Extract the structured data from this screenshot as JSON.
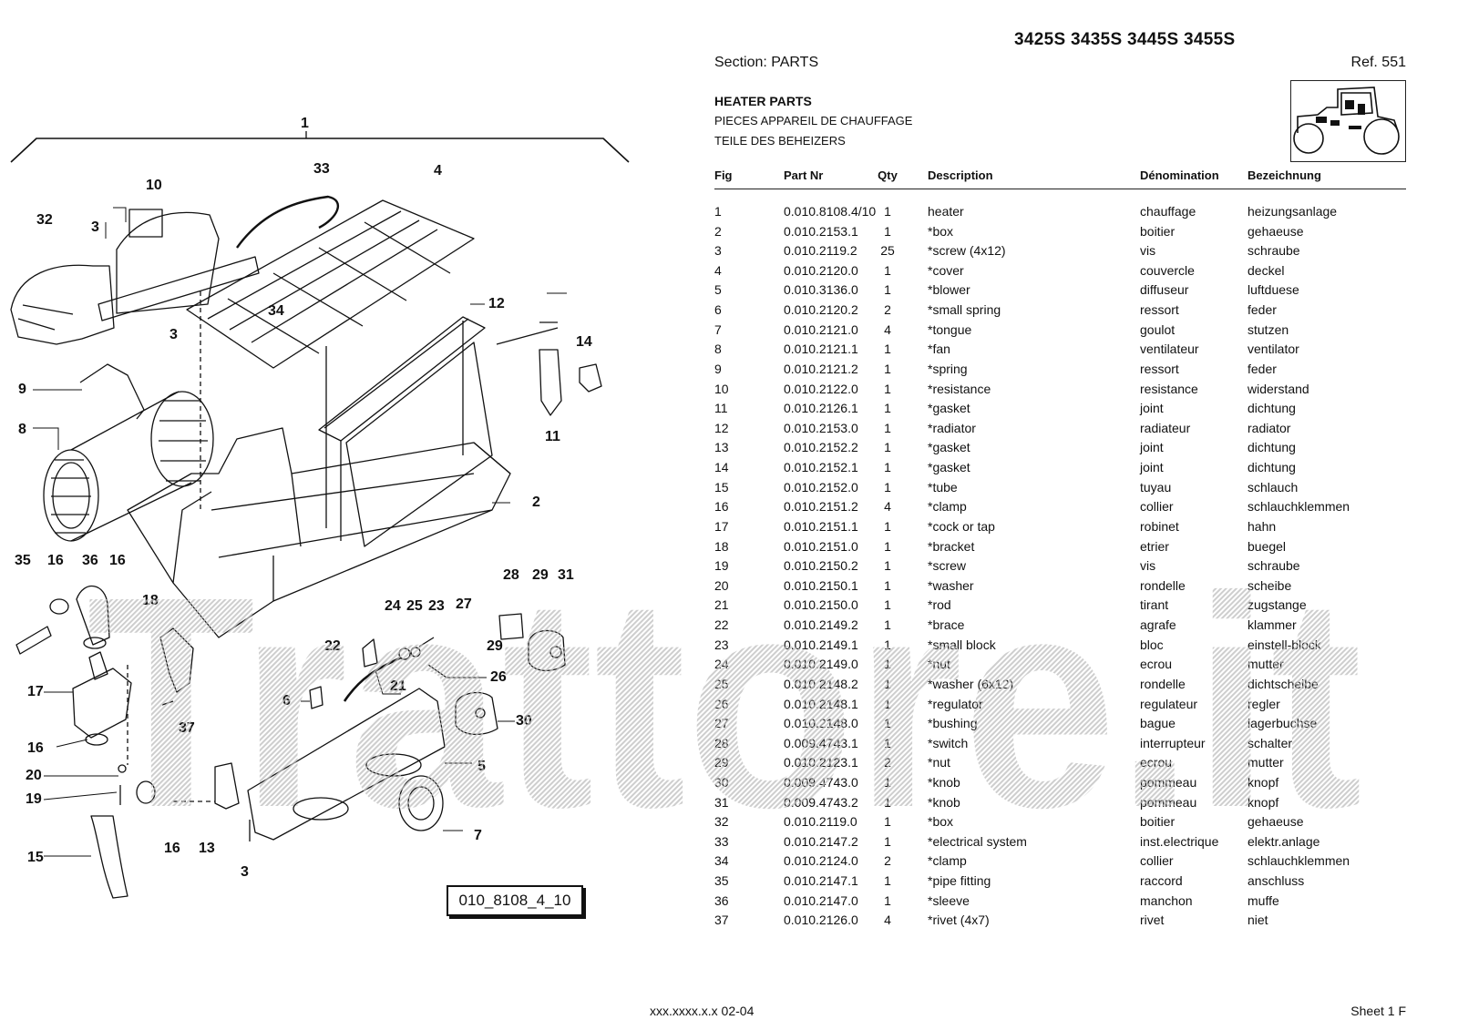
{
  "models": "3425S 3435S 3445S 3455S",
  "section": "Section: PARTS",
  "ref": "Ref. 551",
  "titles": {
    "en": "HEATER PARTS",
    "fr": "PIECES APPAREIL DE CHAUFFAGE",
    "de": "TEILE DES BEHEIZERS"
  },
  "table": {
    "headers": [
      "Fig",
      "Part Nr",
      "Qty",
      "Description",
      "Dénomination",
      "Bezeichnung"
    ],
    "rows": [
      [
        "1",
        "0.010.8108.4/10",
        "1",
        "heater",
        "chauffage",
        "heizungsanlage"
      ],
      [
        "2",
        "0.010.2153.1",
        "1",
        "*box",
        "boitier",
        "gehaeuse"
      ],
      [
        "3",
        "0.010.2119.2",
        "25",
        "*screw (4x12)",
        "vis",
        "schraube"
      ],
      [
        "4",
        "0.010.2120.0",
        "1",
        "*cover",
        "couvercle",
        "deckel"
      ],
      [
        "5",
        "0.010.3136.0",
        "1",
        "*blower",
        "diffuseur",
        "luftduese"
      ],
      [
        "6",
        "0.010.2120.2",
        "2",
        "*small spring",
        "ressort",
        "feder"
      ],
      [
        "7",
        "0.010.2121.0",
        "4",
        "*tongue",
        "goulot",
        "stutzen"
      ],
      [
        "8",
        "0.010.2121.1",
        "1",
        "*fan",
        "ventilateur",
        "ventilator"
      ],
      [
        "9",
        "0.010.2121.2",
        "1",
        "*spring",
        "ressort",
        "feder"
      ],
      [
        "10",
        "0.010.2122.0",
        "1",
        "*resistance",
        "resistance",
        "widerstand"
      ],
      [
        "11",
        "0.010.2126.1",
        "1",
        "*gasket",
        "joint",
        "dichtung"
      ],
      [
        "12",
        "0.010.2153.0",
        "1",
        "*radiator",
        "radiateur",
        "radiator"
      ],
      [
        "13",
        "0.010.2152.2",
        "1",
        "*gasket",
        "joint",
        "dichtung"
      ],
      [
        "14",
        "0.010.2152.1",
        "1",
        "*gasket",
        "joint",
        "dichtung"
      ],
      [
        "15",
        "0.010.2152.0",
        "1",
        "*tube",
        "tuyau",
        "schlauch"
      ],
      [
        "16",
        "0.010.2151.2",
        "4",
        "*clamp",
        "collier",
        "schlauchklemmen"
      ],
      [
        "17",
        "0.010.2151.1",
        "1",
        "*cock or tap",
        "robinet",
        "hahn"
      ],
      [
        "18",
        "0.010.2151.0",
        "1",
        "*bracket",
        "etrier",
        "buegel"
      ],
      [
        "19",
        "0.010.2150.2",
        "1",
        "*screw",
        "vis",
        "schraube"
      ],
      [
        "20",
        "0.010.2150.1",
        "1",
        "*washer",
        "rondelle",
        "scheibe"
      ],
      [
        "21",
        "0.010.2150.0",
        "1",
        "*rod",
        "tirant",
        "zugstange"
      ],
      [
        "22",
        "0.010.2149.2",
        "1",
        "*brace",
        "agrafe",
        "klammer"
      ],
      [
        "23",
        "0.010.2149.1",
        "1",
        "*small block",
        "bloc",
        "einstell-block"
      ],
      [
        "24",
        "0.010.2149.0",
        "1",
        "*nut",
        "ecrou",
        "mutter"
      ],
      [
        "25",
        "0.010.2148.2",
        "1",
        "*washer (6x12)",
        "rondelle",
        "dichtscheibe"
      ],
      [
        "26",
        "0.010.2148.1",
        "1",
        "*regulator",
        "regulateur",
        "regler"
      ],
      [
        "27",
        "0.010.2148.0",
        "1",
        "*bushing",
        "bague",
        "lagerbuchse"
      ],
      [
        "28",
        "0.009.4743.1",
        "1",
        "*switch",
        "interrupteur",
        "schalter"
      ],
      [
        "29",
        "0.010.2123.1",
        "2",
        "*nut",
        "ecrou",
        "mutter"
      ],
      [
        "30",
        "0.009.4743.0",
        "1",
        "*knob",
        "pommeau",
        "knopf"
      ],
      [
        "31",
        "0.009.4743.2",
        "1",
        "*knob",
        "pommeau",
        "knopf"
      ],
      [
        "32",
        "0.010.2119.0",
        "1",
        "*box",
        "boitier",
        "gehaeuse"
      ],
      [
        "33",
        "0.010.2147.2",
        "1",
        "*electrical system",
        "inst.electrique",
        "elektr.anlage"
      ],
      [
        "34",
        "0.010.2124.0",
        "2",
        "*clamp",
        "collier",
        "schlauchklemmen"
      ],
      [
        "35",
        "0.010.2147.1",
        "1",
        "*pipe fitting",
        "raccord",
        "anschluss"
      ],
      [
        "36",
        "0.010.2147.0",
        "1",
        "*sleeve",
        "manchon",
        "muffe"
      ],
      [
        "37",
        "0.010.2126.0",
        "4",
        "*rivet (4x7)",
        "rivet",
        "niet"
      ]
    ]
  },
  "diagram": {
    "label": "010_8108_4_10",
    "callouts": [
      "1",
      "2",
      "3",
      "3",
      "3",
      "4",
      "5",
      "6",
      "7",
      "8",
      "9",
      "10",
      "11",
      "12",
      "13",
      "14",
      "15",
      "16",
      "16",
      "16",
      "16",
      "17",
      "18",
      "19",
      "20",
      "21",
      "22",
      "23",
      "24",
      "25",
      "26",
      "27",
      "28",
      "29",
      "29",
      "30",
      "31",
      "32",
      "33",
      "34",
      "35",
      "36",
      "37"
    ]
  },
  "watermark": "Trattore.it",
  "footer": {
    "code": "xxx.xxxx.x.x  02-04",
    "sheet": "Sheet 1 F"
  },
  "colors": {
    "ink": "#111111",
    "watermark": "#c8c8c8",
    "paper": "#ffffff"
  }
}
